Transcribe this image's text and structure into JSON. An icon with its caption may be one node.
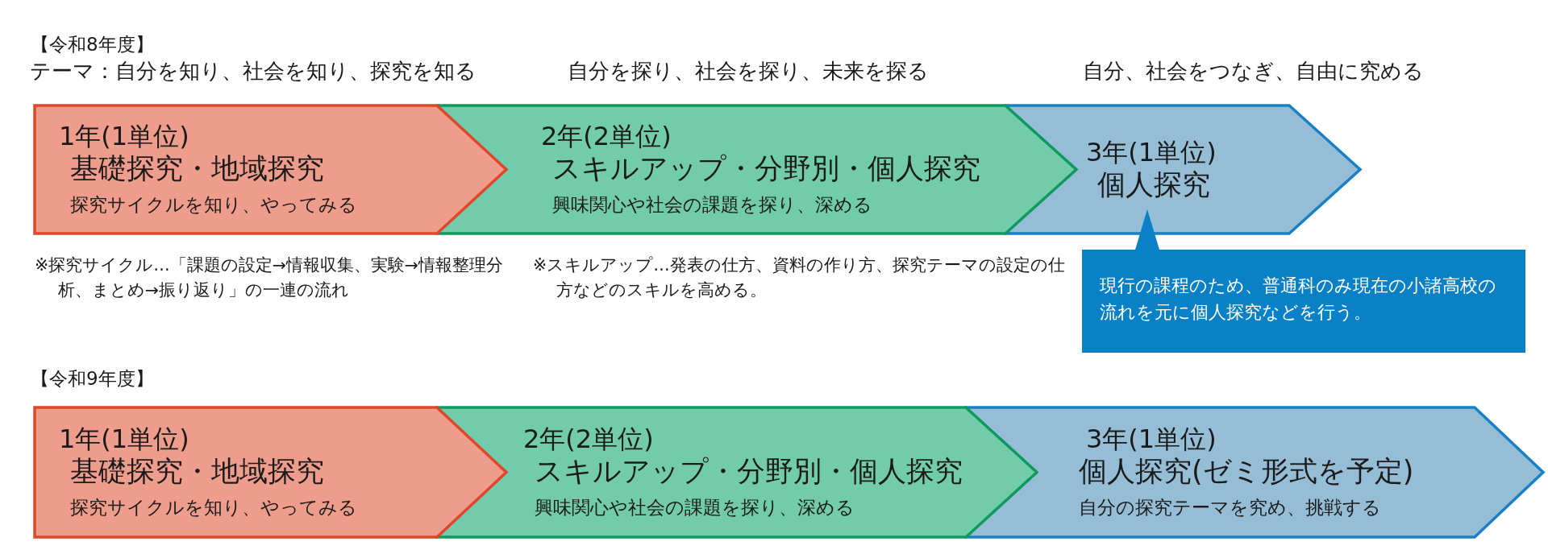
{
  "diagram": {
    "nodes": [
      {
        "text": [
          "1年(1単位)",
          "基礎探究・地域探究",
          "探究サイクルを知り、やってみる"
        ],
        "beside": [
          "テーマ：自分を知り、社会を知り、探究を知る"
        ]
      },
      {
        "text": [
          "2年(2単位)",
          "スキルアップ・分野別・個人探究",
          "興味関心や社会の課題を探り、深める"
        ],
        "beside": [
          "自分を探り、社会を探り、未来を探る"
        ]
      },
      {
        "text": [
          "3年(1単位)",
          "個人探究"
        ],
        "beside": [
          "自分、社会をつなぎ、自由に究める"
        ]
      },
      {
        "text": [
          "現行の課程のため、普通科のみ現在の小諸高校の流れを元に個人探究などを行う。"
        ]
      },
      {
        "text": [
          "1年(1単位)",
          "基礎探究・地域探究",
          "探究サイクルを知り、やってみる"
        ]
      },
      {
        "text": [
          "2年(2単位)",
          "スキルアップ・分野別・個人探究",
          "興味関心や社会の課題を探り、深める"
        ]
      },
      {
        "text": [
          "3年(1単位)",
          "個人探究(ゼミ形式を予定)",
          "自分の探究テーマを究め、挑戦する"
        ]
      }
    ],
    "labels": [
      "【令和8年度】",
      "※探究サイクル…「課題の設定→情報収集、実験→情報整理分析、まとめ→振り返り」の一連の流れ",
      "※スキルアップ…発表の仕方、資料の作り方、探究テーマの設定の仕方などのスキルを高める。",
      "【令和9年度】"
    ]
  }
}
